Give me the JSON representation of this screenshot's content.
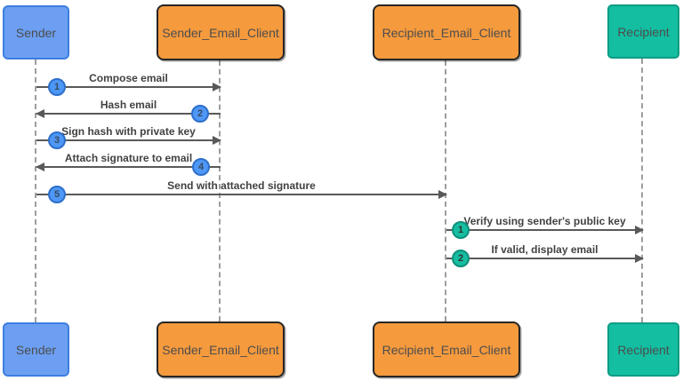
{
  "diagram": {
    "type": "sequence-diagram",
    "actors": [
      {
        "id": "sender",
        "label": "Sender",
        "fill": "#6c9ff2",
        "border": "#3d7ee0"
      },
      {
        "id": "sender_email_client",
        "label": "Sender_Email_Client",
        "fill": "#f59a3d",
        "border": "#262626"
      },
      {
        "id": "recipient_email_client",
        "label": "Recipient_Email_Client",
        "fill": "#f59a3d",
        "border": "#262626"
      },
      {
        "id": "recipient",
        "label": "Recipient",
        "fill": "#13bea1",
        "border": "#0e9c85"
      }
    ],
    "messages": [
      {
        "num": "1",
        "label": "Compose email",
        "from": "sender",
        "to": "sender_email_client",
        "direction": "right",
        "badge": "blue"
      },
      {
        "num": "2",
        "label": "Hash email",
        "from": "sender_email_client",
        "to": "sender",
        "direction": "left",
        "badge": "blue"
      },
      {
        "num": "3",
        "label": "Sign hash with private key",
        "from": "sender",
        "to": "sender_email_client",
        "direction": "right",
        "badge": "blue"
      },
      {
        "num": "4",
        "label": "Attach signature to email",
        "from": "sender_email_client",
        "to": "sender",
        "direction": "left",
        "badge": "blue"
      },
      {
        "num": "5",
        "label": "Send with attached signature",
        "from": "sender",
        "to": "recipient_email_client",
        "direction": "right",
        "badge": "blue"
      },
      {
        "num": "1",
        "label": "Verify using sender's public key",
        "from": "recipient_email_client",
        "to": "recipient",
        "direction": "right",
        "badge": "green"
      },
      {
        "num": "2",
        "label": "If valid, display email",
        "from": "recipient_email_client",
        "to": "recipient",
        "direction": "right",
        "badge": "green"
      }
    ],
    "colors": {
      "background": "#ffffff",
      "actor_blue_fill": "#6c9ff2",
      "actor_blue_border": "#3d7ee0",
      "actor_orange_fill": "#f59a3d",
      "actor_orange_border": "#262626",
      "actor_teal_fill": "#13bea1",
      "actor_teal_border": "#0e9c85",
      "badge_blue_fill": "#4d97f7",
      "badge_blue_border": "#2d6fc9",
      "badge_green_fill": "#16bda0",
      "badge_green_border": "#0f8f7b",
      "arrow_line": "#595959",
      "lifeline": "#9e9e9e",
      "label_text": "#4d4d4d",
      "message_text": "#424242"
    }
  }
}
